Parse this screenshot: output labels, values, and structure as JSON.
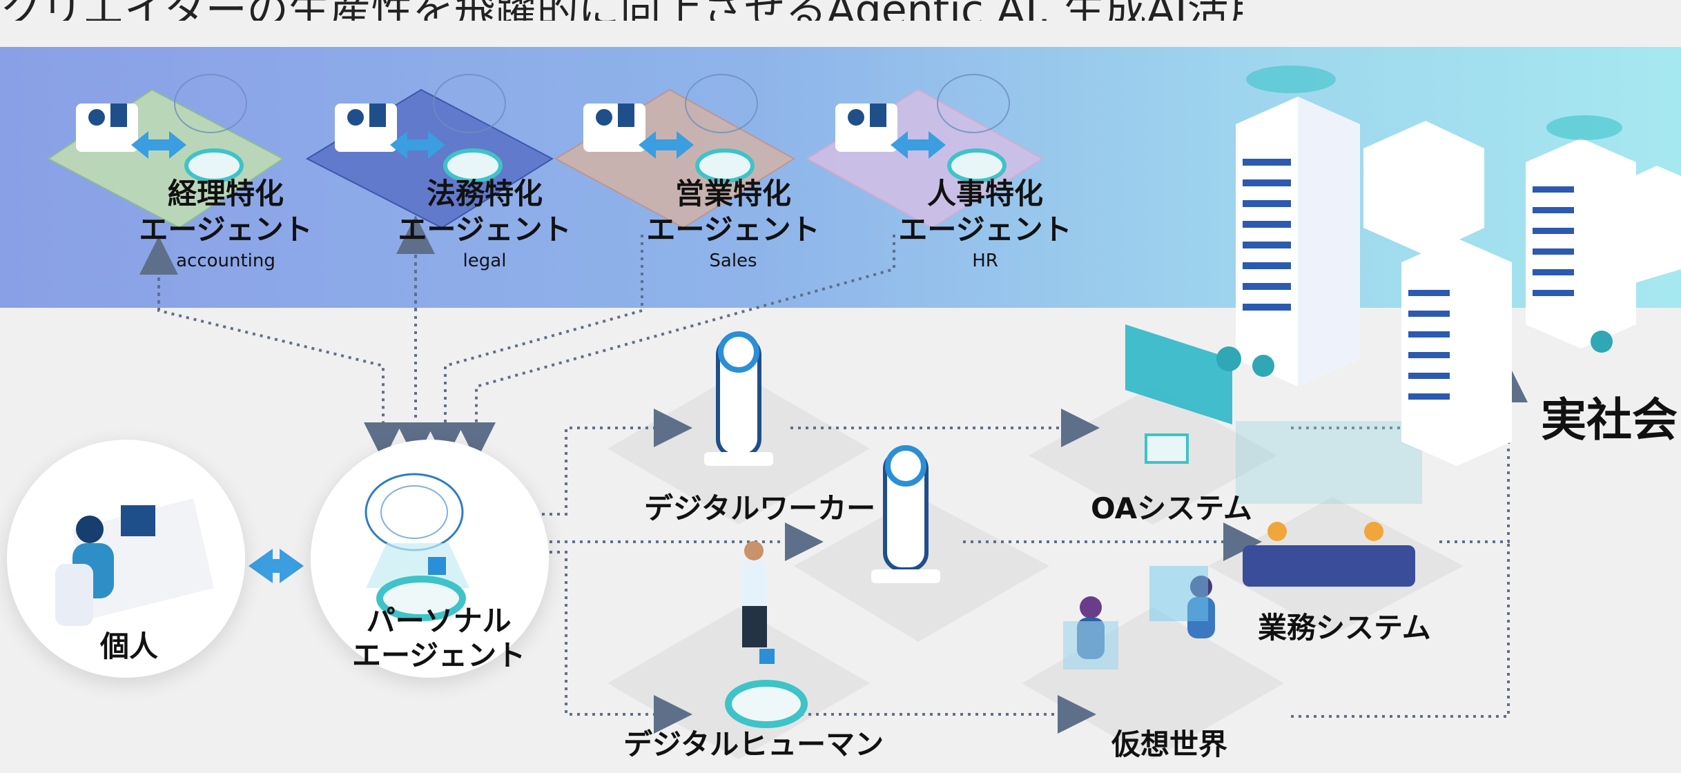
{
  "title": "クリエイターの生産性を飛躍的に向上させるAgentic AI, 生成AI活用エージェント",
  "agents": [
    {
      "jp1": "経理特化",
      "jp2": "エージェント",
      "en": "accounting"
    },
    {
      "jp1": "法務特化",
      "jp2": "エージェント",
      "en": "legal"
    },
    {
      "jp1": "営業特化",
      "jp2": "エージェント",
      "en": "Sales"
    },
    {
      "jp1": "人事特化",
      "jp2": "エージェント",
      "en": "HR"
    }
  ],
  "nodes": {
    "individual": "個人",
    "personal_agent_1": "パーソナル",
    "personal_agent_2": "エージェント",
    "digital_worker": "デジタルワーカー",
    "digital_human": "デジタルヒューマン",
    "oa_system": "OAシステム",
    "business_system": "業務システム",
    "virtual_world": "仮想世界",
    "real_society": "実社会"
  },
  "colors": {
    "arrow": "#5e6f8a",
    "accent": "#2a8fd6",
    "teal": "#3ec3c9",
    "band_left": "#8aa0e6",
    "band_right": "#a6e8f0"
  }
}
